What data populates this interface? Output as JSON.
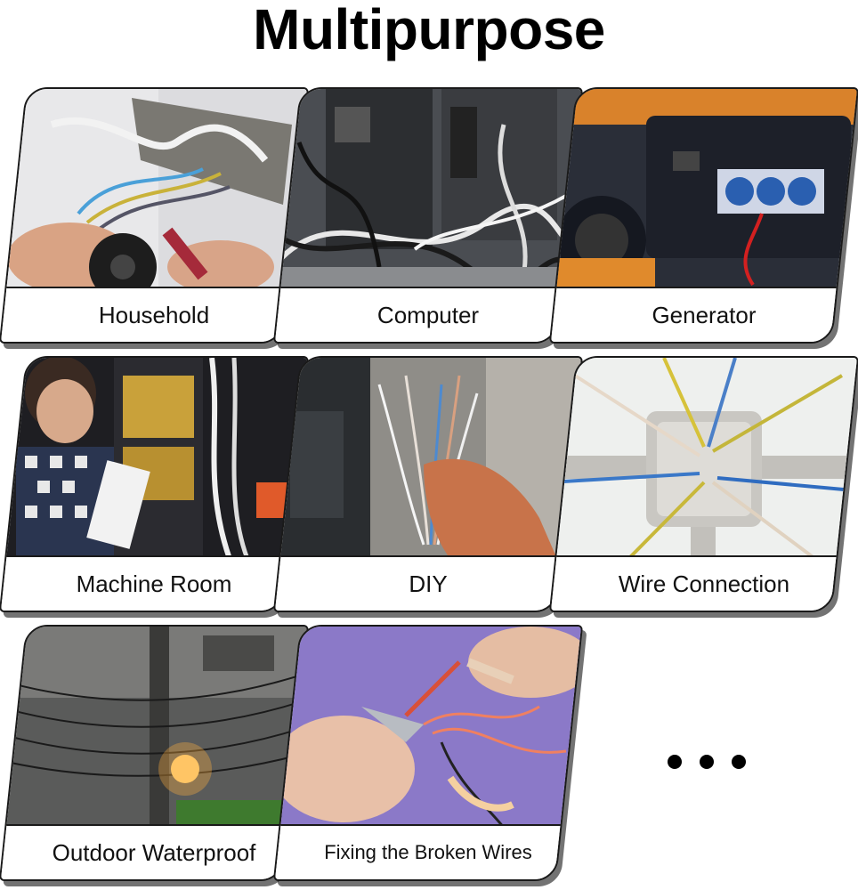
{
  "title": "Multipurpose",
  "cards": [
    {
      "label": "Household"
    },
    {
      "label": "Computer"
    },
    {
      "label": "Generator"
    },
    {
      "label": "Machine Room"
    },
    {
      "label": "DIY"
    },
    {
      "label": "Wire Connection"
    },
    {
      "label": "Outdoor Waterproof"
    },
    {
      "label": "Fixing the Broken Wires"
    }
  ],
  "more_indicator": "ellipsis-dots"
}
